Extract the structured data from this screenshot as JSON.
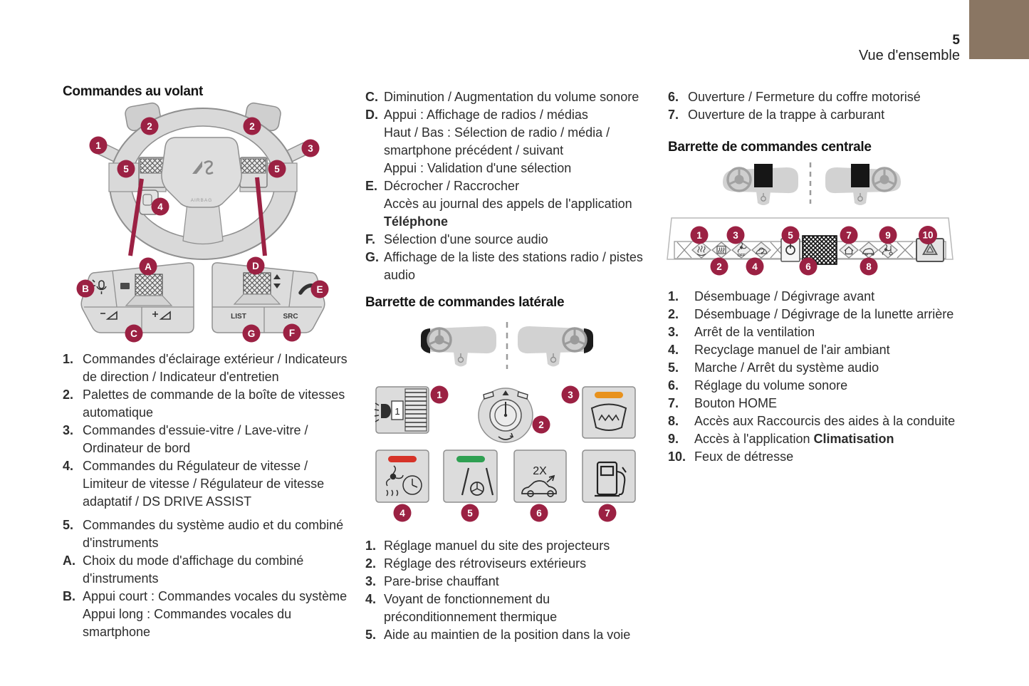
{
  "header": {
    "page_number": "5",
    "section_title": "Vue d'ensemble"
  },
  "colors": {
    "accent": "#8a7663",
    "callout": "#9b2143",
    "pill_orange": "#e8921e",
    "pill_red": "#d63328",
    "pill_green": "#2fa052"
  },
  "left": {
    "heading": "Commandes au volant",
    "wheel": {
      "callouts": [
        "1",
        "2",
        "2",
        "3",
        "4",
        "5",
        "5"
      ],
      "airbag_label": "AIRBAG"
    },
    "pods": {
      "callouts": [
        "A",
        "B",
        "C",
        "D",
        "E",
        "F",
        "G"
      ],
      "list_label": "LIST",
      "src_label": "SRC"
    },
    "items": [
      {
        "m": "1.",
        "lines": [
          "Commandes d'éclairage extérieur / Indicateurs",
          "de direction / Indicateur d'entretien"
        ]
      },
      {
        "m": "2.",
        "lines": [
          "Palettes de commande de la boîte de vitesses",
          "automatique"
        ]
      },
      {
        "m": "3.",
        "lines": [
          "Commandes d'essuie-vitre / Lave-vitre /",
          "Ordinateur de bord"
        ]
      },
      {
        "m": "4.",
        "lines": [
          "Commandes du Régulateur de vitesse /",
          "Limiteur de vitesse / Régulateur de vitesse",
          "adaptatif / DS DRIVE ASSIST"
        ]
      },
      {
        "m": "5.",
        "gap": true,
        "lines": [
          "Commandes du système audio et du combiné",
          "d'instruments"
        ]
      },
      {
        "m": "A.",
        "lines": [
          "Choix du mode d'affichage du combiné",
          "d'instruments"
        ]
      },
      {
        "m": "B.",
        "lines": [
          "Appui court : Commandes vocales du système",
          "Appui long : Commandes vocales du",
          "smartphone"
        ]
      }
    ]
  },
  "middle": {
    "items_top": [
      {
        "m": "C.",
        "lines": [
          "Diminution / Augmentation du volume sonore"
        ]
      },
      {
        "m": "D.",
        "lines": [
          "Appui : Affichage de radios / médias",
          "Haut / Bas : Sélection de radio / média /",
          "smartphone précédent / suivant",
          "Appui : Validation d'une sélection"
        ]
      },
      {
        "m": "E.",
        "lines": [
          "Décrocher / Raccrocher",
          "Accès au journal des appels de l'application",
          [
            {
              "t": "Téléphone",
              "b": true
            }
          ]
        ]
      },
      {
        "m": "F.",
        "lines": [
          "Sélection d'une source audio"
        ]
      },
      {
        "m": "G.",
        "lines": [
          "Affichage de la liste des stations radio / pistes",
          "audio"
        ]
      }
    ],
    "heading": "Barrette de commandes latérale",
    "side_bar": {
      "callouts": [
        "1",
        "2",
        "3",
        "4",
        "5",
        "6",
        "7"
      ],
      "levelwheel_label": "1",
      "boost_label": "2X"
    },
    "items_bottom": [
      {
        "m": "1.",
        "lines": [
          "Réglage manuel du site des projecteurs"
        ]
      },
      {
        "m": "2.",
        "lines": [
          "Réglage des rétroviseurs extérieurs"
        ]
      },
      {
        "m": "3.",
        "lines": [
          "Pare-brise chauffant"
        ]
      },
      {
        "m": "4.",
        "lines": [
          "Voyant de fonctionnement du",
          "préconditionnement thermique"
        ]
      },
      {
        "m": "5.",
        "lines": [
          "Aide au maintien de la position dans la voie"
        ]
      }
    ]
  },
  "right": {
    "items_top": [
      {
        "m": "6.",
        "lines": [
          "Ouverture / Fermeture du coffre motorisé"
        ]
      },
      {
        "m": "7.",
        "lines": [
          "Ouverture de la trappe à carburant"
        ]
      }
    ],
    "heading": "Barrette de commandes centrale",
    "central_bar": {
      "callouts": [
        "1",
        "2",
        "3",
        "4",
        "5",
        "6",
        "7",
        "8",
        "9",
        "10"
      ],
      "off_label": "OFF"
    },
    "items_bottom": [
      {
        "m": "1.",
        "lines": [
          "Désembuage / Dégivrage avant"
        ]
      },
      {
        "m": "2.",
        "lines": [
          "Désembuage / Dégivrage de la lunette arrière"
        ]
      },
      {
        "m": "3.",
        "lines": [
          "Arrêt de la ventilation"
        ]
      },
      {
        "m": "4.",
        "lines": [
          "Recyclage manuel de l'air ambiant"
        ]
      },
      {
        "m": "5.",
        "lines": [
          "Marche / Arrêt du système audio"
        ]
      },
      {
        "m": "6.",
        "lines": [
          "Réglage du volume sonore"
        ]
      },
      {
        "m": "7.",
        "lines": [
          "Bouton HOME"
        ]
      },
      {
        "m": "8.",
        "lines": [
          "Accès aux Raccourcis des aides à la conduite"
        ]
      },
      {
        "m": "9.",
        "lines": [
          [
            {
              "t": "Accès à l'application "
            },
            {
              "t": "Climatisation",
              "b": true
            }
          ]
        ]
      },
      {
        "m": "10.",
        "lines": [
          "Feux de détresse"
        ]
      }
    ]
  }
}
